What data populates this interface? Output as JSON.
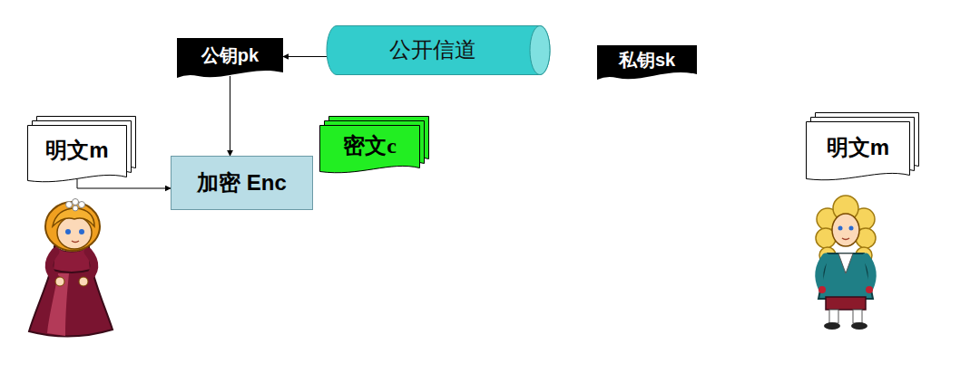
{
  "diagram": {
    "nodes": [
      {
        "text": [
          "公钥pk"
        ]
      },
      {
        "text": [
          "公开信道"
        ]
      },
      {
        "text": [
          "私钥sk"
        ]
      },
      {
        "text": [
          "明文m"
        ]
      },
      {
        "text": [
          "加密 Enc"
        ]
      },
      {
        "text": [
          "密文c"
        ]
      },
      {
        "text": [
          "明文m"
        ]
      }
    ],
    "edges": [
      {
        "from": 1,
        "to": 0,
        "arrow": "to"
      },
      {
        "from": 0,
        "to": 4,
        "arrow": "to"
      },
      {
        "from": 3,
        "to": 4,
        "arrow": "to"
      }
    ]
  }
}
